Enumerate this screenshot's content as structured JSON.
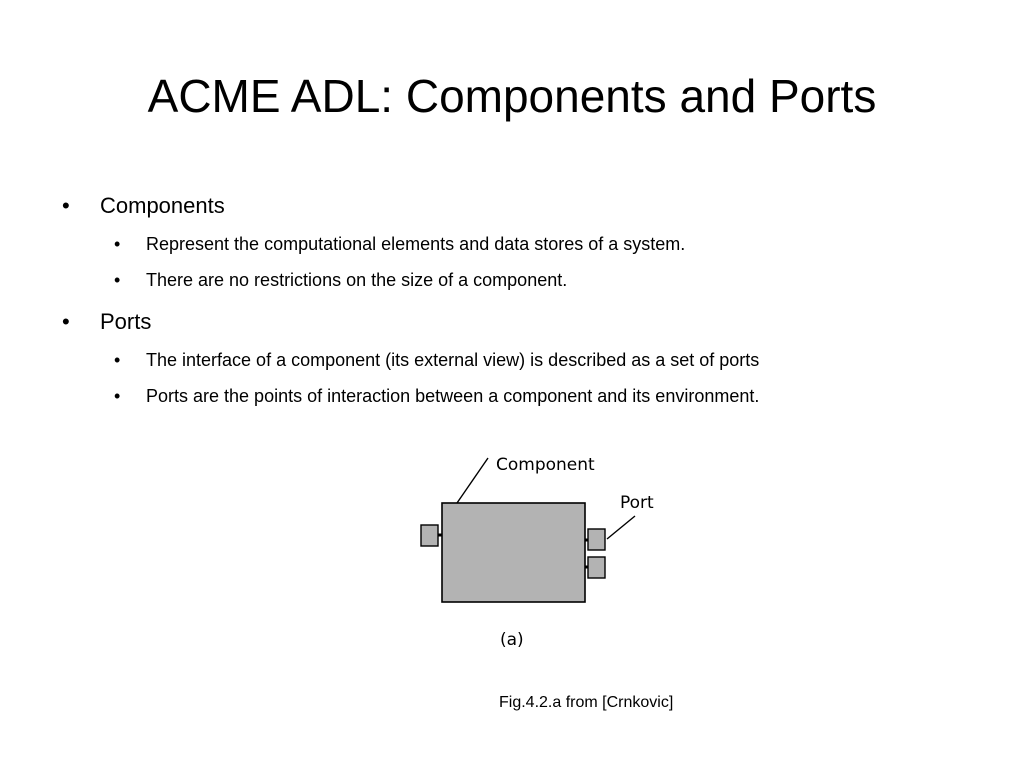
{
  "slide": {
    "title": "ACME ADL: Components and Ports",
    "bullet_glyph": "•",
    "sections": [
      {
        "heading": "Components",
        "points": [
          "Represent the computational elements and data stores of a system.",
          "There are no restrictions on the size of a component."
        ]
      },
      {
        "heading": "Ports",
        "points": [
          "The interface of a component (its external view) is described as a set of ports",
          "Ports are the points of interaction between a component and its environment."
        ]
      }
    ]
  },
  "diagram": {
    "component_label": "Component",
    "port_label": "Port",
    "sublabel": "(a)",
    "fill_color": "#b3b3b3",
    "stroke_color": "#000000"
  },
  "caption": "Fig.4.2.a from [Crnkovic]"
}
